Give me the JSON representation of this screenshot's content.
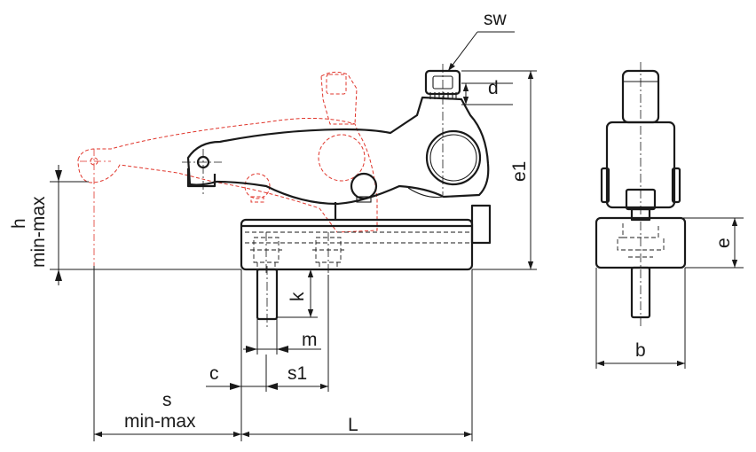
{
  "colors": {
    "ink": "#1a1a1a",
    "alternate_position": "#e0352b",
    "background": "#ffffff"
  },
  "labels": {
    "sw": "sw",
    "d": "d",
    "e1": "e1",
    "h": "h",
    "h_range": "min-max",
    "k": "k",
    "m": "m",
    "c": "c",
    "s1": "s1",
    "s": "s",
    "s_range": "min-max",
    "L": "L",
    "e": "e",
    "b": "b"
  }
}
